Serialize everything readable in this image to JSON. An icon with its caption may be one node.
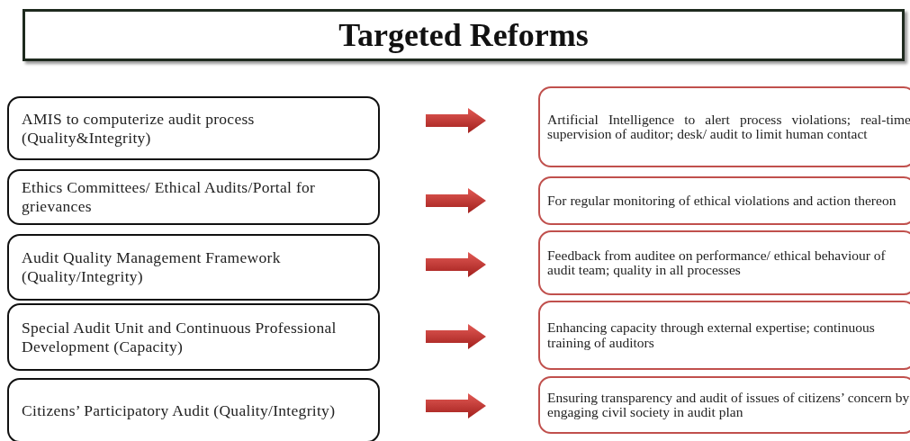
{
  "diagram": {
    "title": "Targeted Reforms",
    "nodes": [
      {
        "text": [
          "AMIS to computerize audit process (Quality&Integrity)"
        ]
      },
      {
        "text": [
          "Artificial Intelligence to alert process violations; real-time supervision of auditor; desk/ audit to limit human contact"
        ]
      },
      {
        "text": [
          "Ethics Committees/ Ethical Audits/Portal for grievances"
        ]
      },
      {
        "text": [
          "For regular monitoring of ethical violations and action thereon"
        ]
      },
      {
        "text": [
          "Audit Quality Management Framework (Quality/Integrity)"
        ]
      },
      {
        "text": [
          "Feedback from auditee on performance/ ethical behaviour of audit team; quality in all processes"
        ]
      },
      {
        "text": [
          "Special Audit Unit and Continuous Professional Development (Capacity)"
        ]
      },
      {
        "text": [
          "Enhancing capacity through external expertise; continuous training of auditors"
        ]
      },
      {
        "text": [
          "Citizens’ Participatory Audit (Quality/Integrity)"
        ]
      },
      {
        "text": [
          "Ensuring transparency and audit of issues of citizens’ concern by engaging civil society in audit plan"
        ]
      }
    ],
    "edges": [
      {
        "from": 0,
        "to": 1,
        "arrow": "to"
      },
      {
        "from": 2,
        "to": 3,
        "arrow": "to"
      },
      {
        "from": 4,
        "to": 5,
        "arrow": "to"
      },
      {
        "from": 6,
        "to": 7,
        "arrow": "to"
      },
      {
        "from": 8,
        "to": 9,
        "arrow": "to"
      }
    ]
  }
}
